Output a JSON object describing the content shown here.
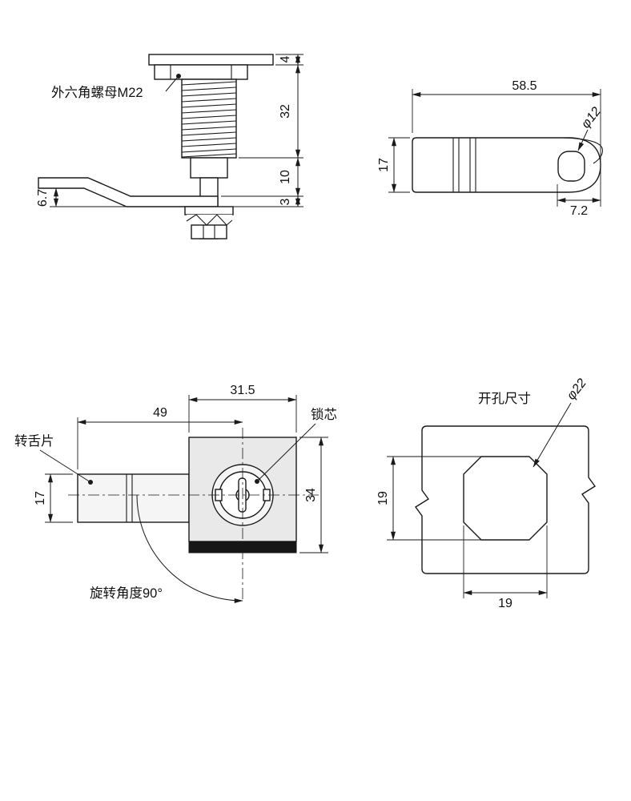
{
  "colors": {
    "line": "#1a1a1a",
    "body_fill": "#e9e9e9",
    "gasket": "#161616"
  },
  "drawing": {
    "front_view": {
      "nut_label": "外六角螺母M22",
      "dim_plate_thickness": "4",
      "dim_thread_length": "32",
      "dim_neck_length": "10",
      "dim_cam_thickness": "3",
      "dim_bend_offset": "6.7"
    },
    "cam_view": {
      "dim_length": "58.5",
      "dim_width": "17",
      "dim_hole_dia": "φ12",
      "dim_hole_offset": "7.2"
    },
    "top_view": {
      "dim_body_width": "31.5",
      "dim_cam_reach": "49",
      "cam_label": "转舌片",
      "core_label": "锁芯",
      "dim_cam_width": "17",
      "dim_body_height": "34",
      "rotation_label": "旋转角度90°"
    },
    "cutout_view": {
      "title": "开孔尺寸",
      "dim_hole_dia": "φ22",
      "dim_height": "19",
      "dim_width": "19"
    }
  }
}
